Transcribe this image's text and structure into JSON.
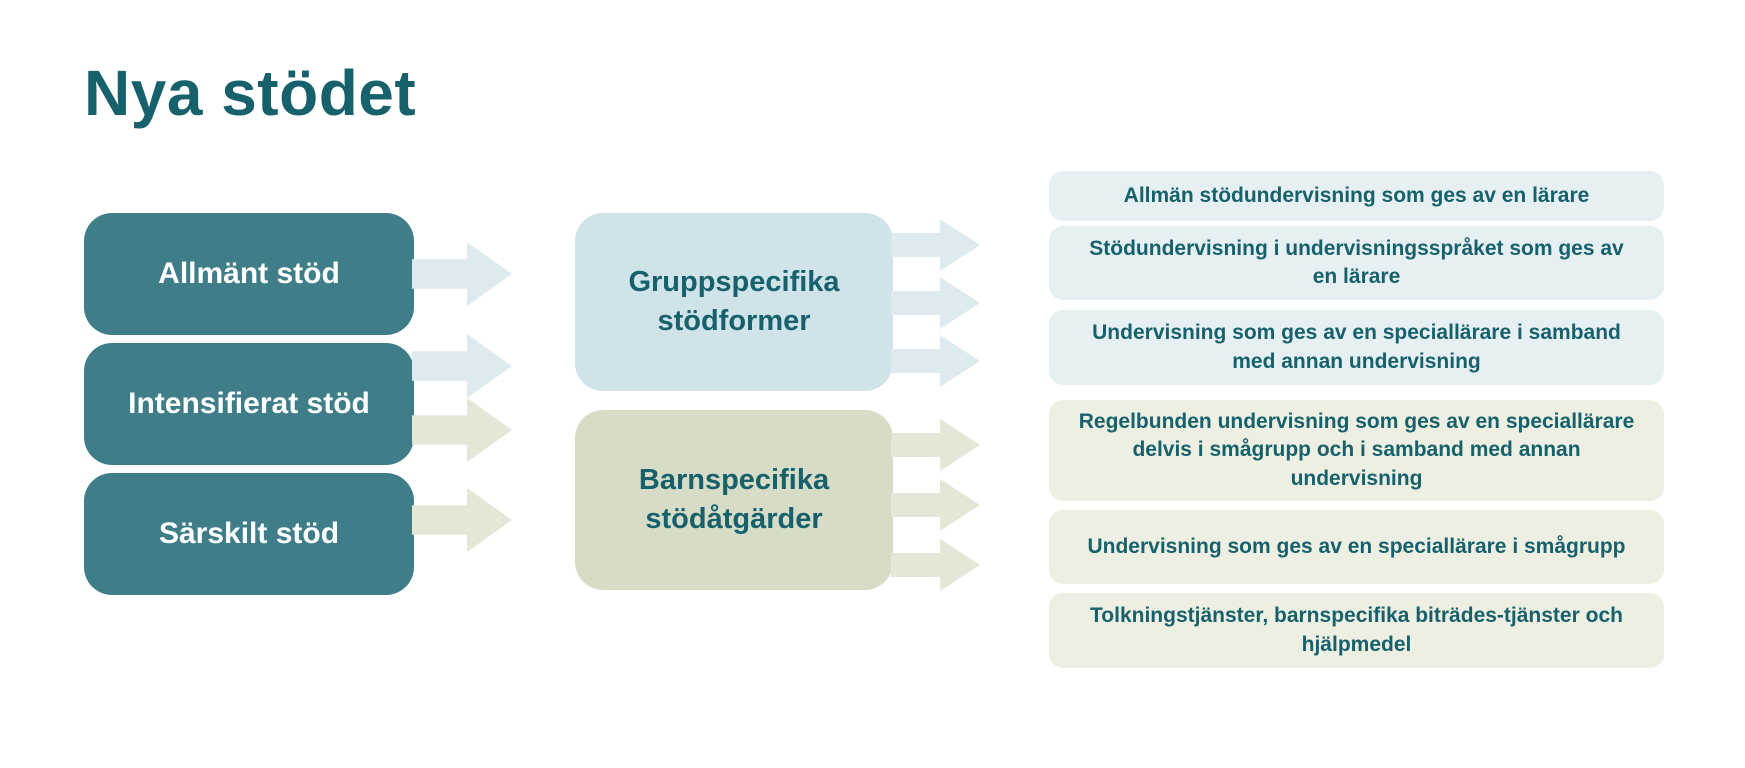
{
  "title": "Nya stödet",
  "left_column": [
    {
      "label": "Allmänt stöd"
    },
    {
      "label": "Intensifierat stöd"
    },
    {
      "label": "Särskilt stöd"
    }
  ],
  "middle_column": [
    {
      "label": "Gruppspecifika stödformer"
    },
    {
      "label": "Barnspecifika stödåtgärder"
    }
  ],
  "right_column": [
    {
      "text": "Allmän stödundervisning som ges av en lärare"
    },
    {
      "text": "Stödundervisning i undervisningsspråket som ges av en lärare"
    },
    {
      "text": "Undervisning som ges av en speciallärare i samband med annan undervisning"
    },
    {
      "text": "Regelbunden undervisning som ges av en speciallärare delvis i smågrupp och i samband med annan undervisning"
    },
    {
      "text": "Undervisning som ges av en speciallärare i smågrupp"
    },
    {
      "text": "Tolkningstjänster, barnspecifika biträdes-tjänster och hjälpmedel"
    }
  ],
  "colors": {
    "title_text": "#16616c",
    "left_box_bg": "#3f7e89",
    "left_box_text": "#ffffff",
    "group_box_bg": "#cfe3e9",
    "child_box_bg": "#d6dcc5",
    "group_item_bg": "#e6f0f3",
    "child_item_bg": "#edefe2",
    "arrow_blue": "#ddeaee",
    "arrow_green": "#e3e7d5",
    "body_text": "#16616c"
  }
}
